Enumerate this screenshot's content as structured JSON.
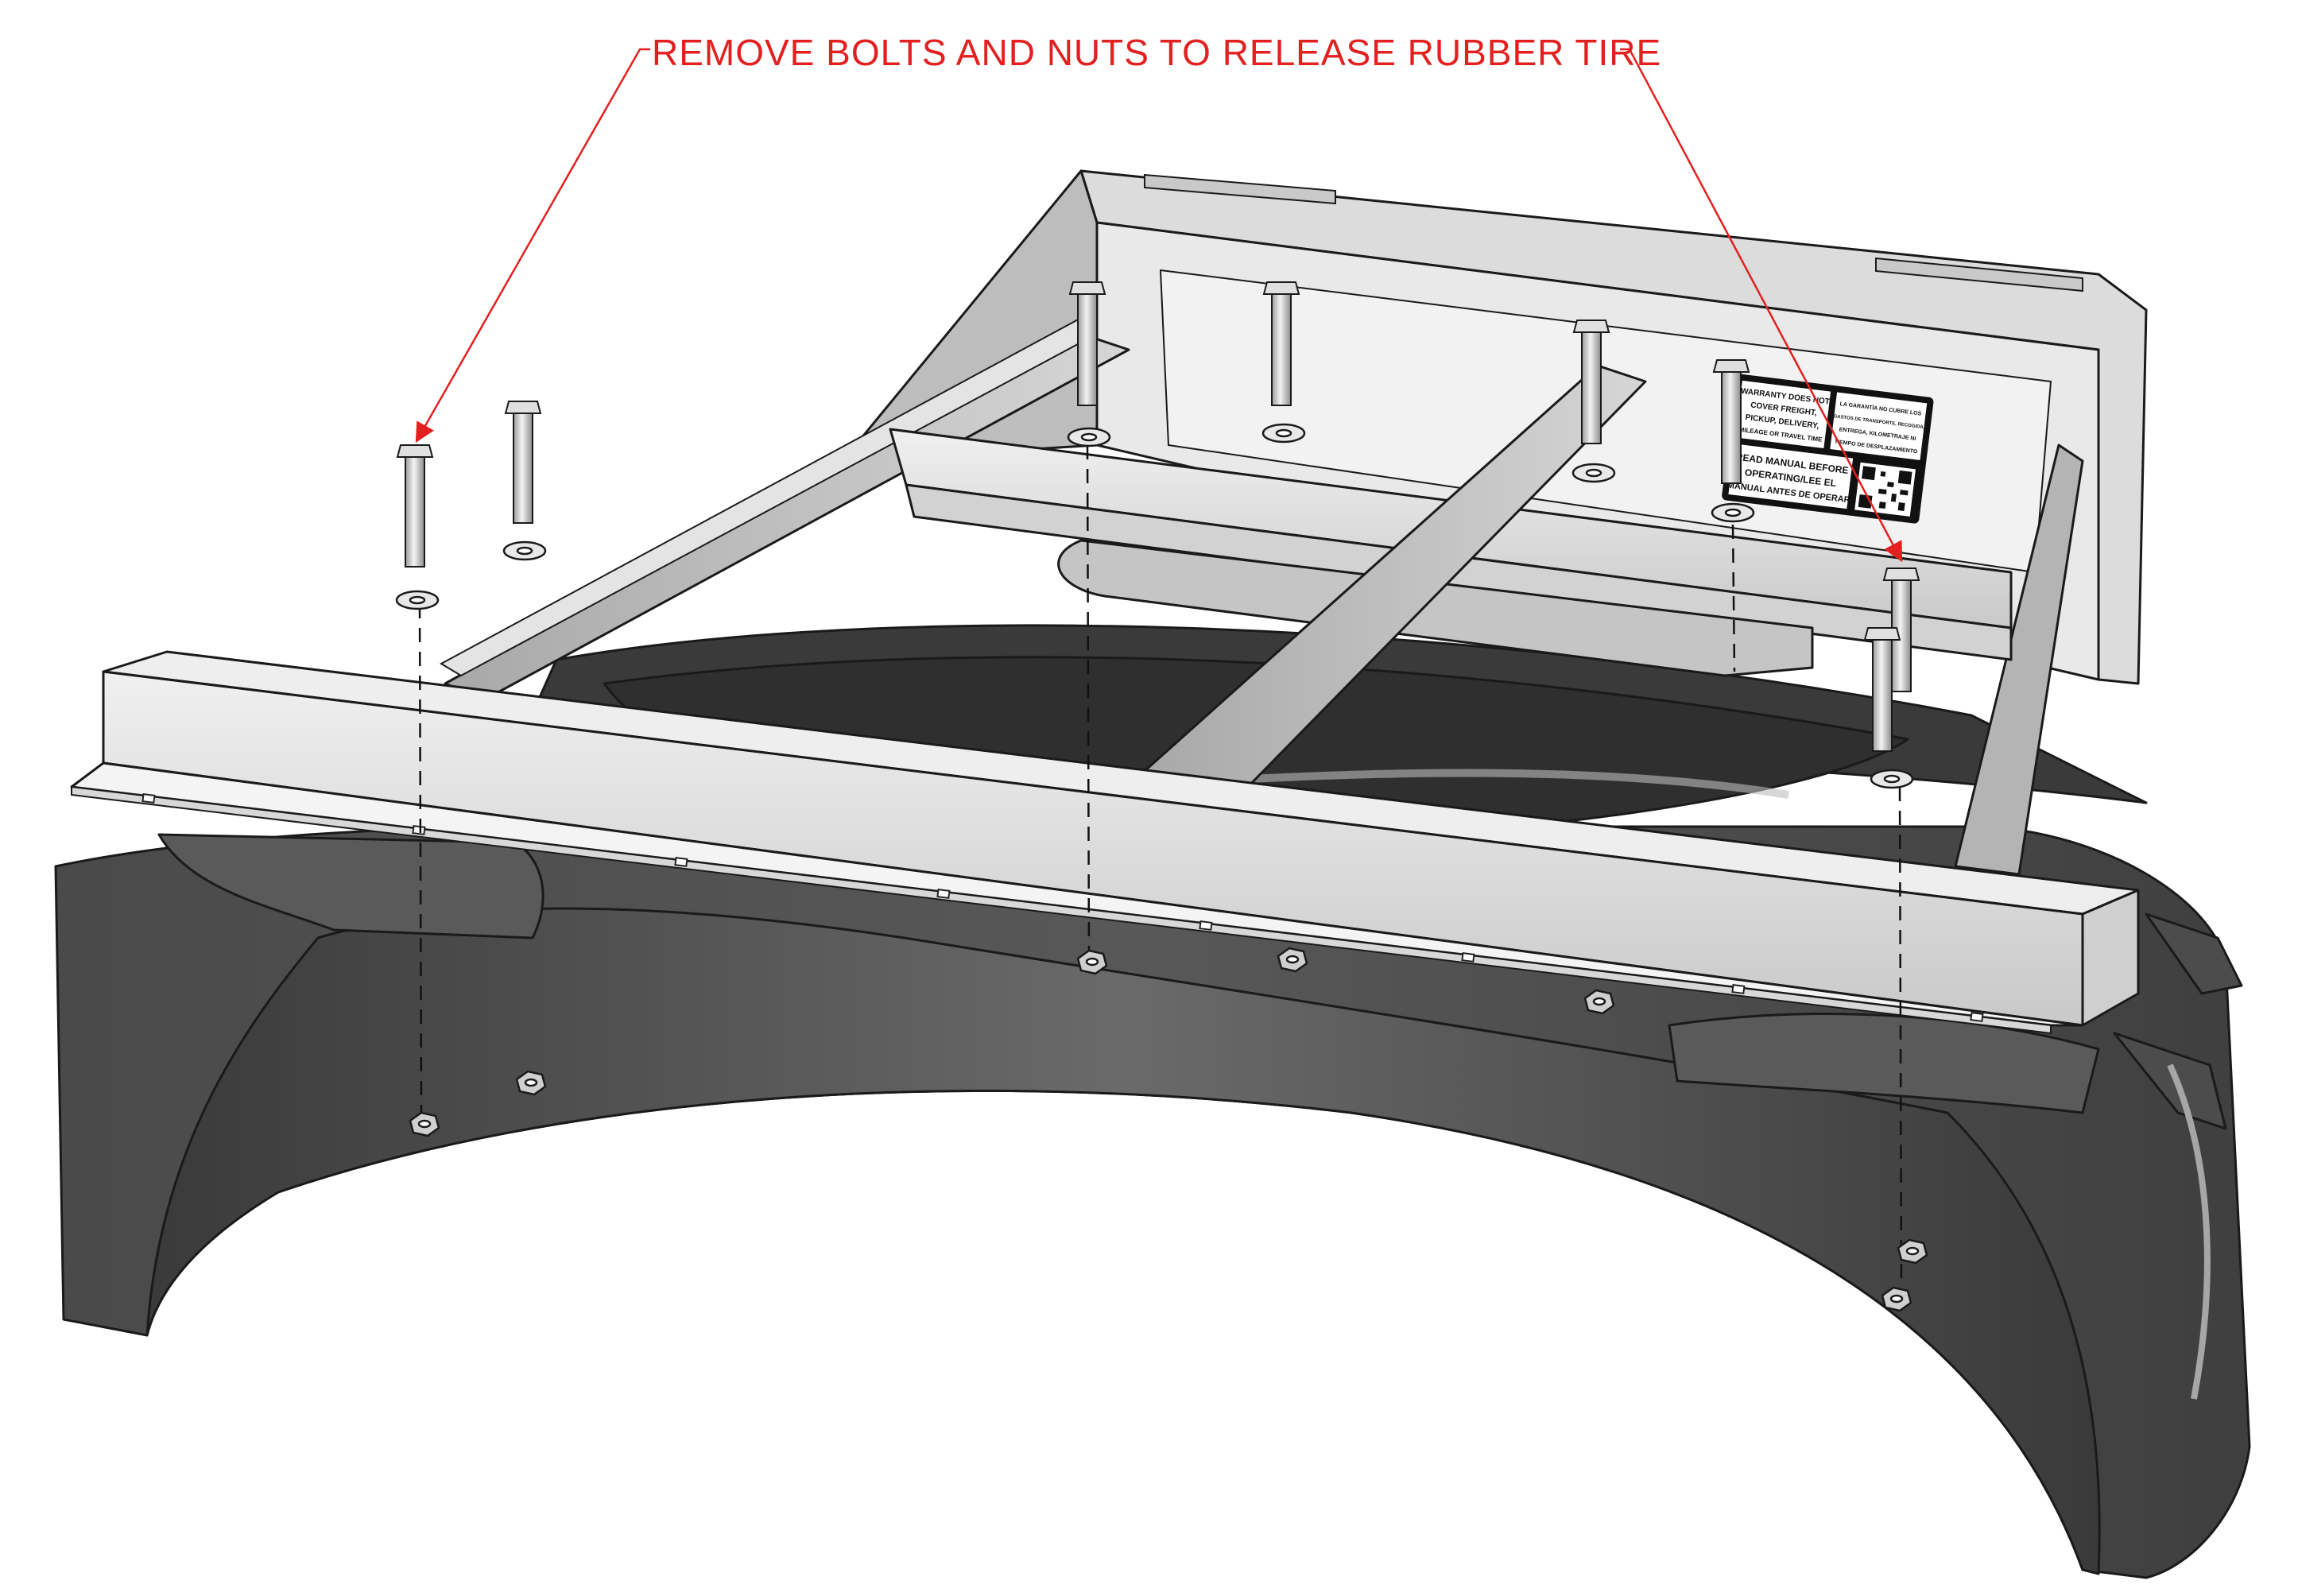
{
  "callout": {
    "text": "REMOVE BOLTS AND NUTS TO RELEASE RUBBER TIRE",
    "color": "#e32020"
  },
  "decal": {
    "warranty_en": [
      "WARRANTY DOES NOT",
      "COVER FREIGHT,",
      "PICKUP, DELIVERY,",
      "MILEAGE OR TRAVEL TIME"
    ],
    "warranty_es": [
      "LA GARANTÍA NO CUBRE LOS",
      "GASTOS DE TRANSPORTE, RECOGIDA,",
      "ENTREGA, KILOMETRAJE NI",
      "TIEMPO DE DESPLAZAMIENTO"
    ],
    "read_manual": [
      "READ MANUAL BEFORE",
      "OPERATING/LEE EL",
      "MANUAL ANTES DE OPERAR"
    ]
  },
  "colors": {
    "frame_light": "#e2e2e2",
    "frame_mid": "#c8c8c8",
    "frame_dark": "#9d9d9d",
    "tire_dark": "#3d3d3d",
    "tire_mid": "#555555",
    "tire_inner": "#4a4a4a"
  }
}
